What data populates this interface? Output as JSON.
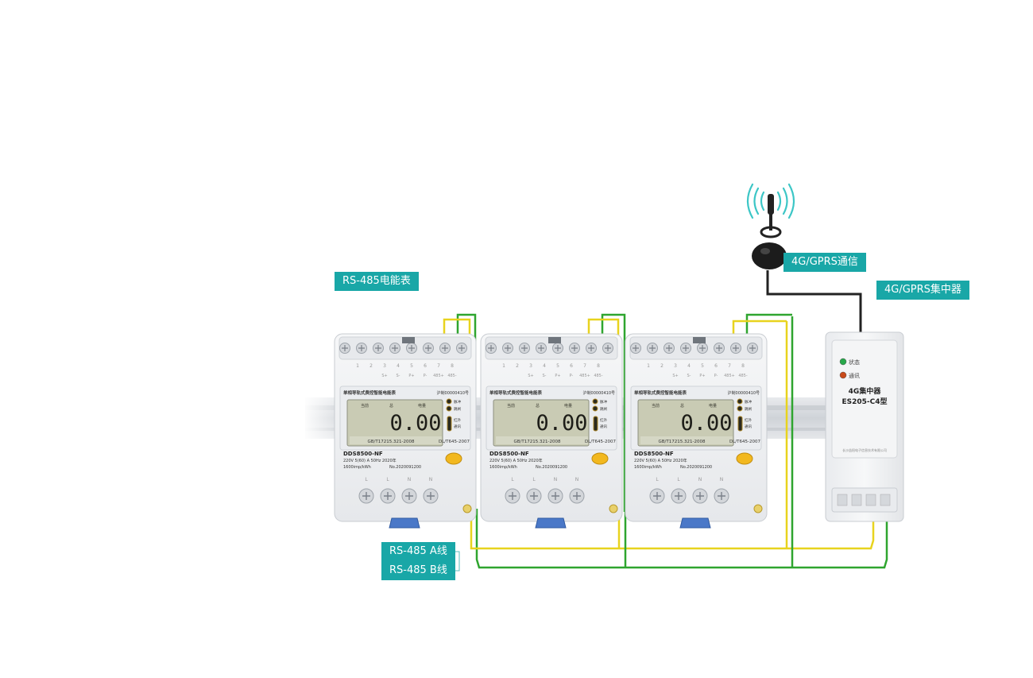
{
  "labels": {
    "meters": "RS-485电能表",
    "comm": "4G/GPRS通信",
    "concentrator": "4G/GPRS集中器",
    "line_a": "RS-485 A线",
    "line_b": "RS-485 B线"
  },
  "meter": {
    "title": "单相导轨式费控智能电能表",
    "cert": "沪制00000410号",
    "indicators": [
      "脉冲",
      "跳闸",
      "红外",
      "通讯"
    ],
    "lcd_top": [
      "当前",
      "总",
      "电量"
    ],
    "reading": "0.00",
    "standard_1": "GB/T17215.321-2008",
    "standard_2": "DL/T645-2007",
    "model": "DDS8500-NF",
    "spec": "220V   5(60) A    50Hz  2020年",
    "constant": "1600imp/kWh",
    "serial": "No.2020091200",
    "terminal_numbers": [
      "1",
      "2",
      "3",
      "4",
      "5",
      "6",
      "7",
      "8"
    ],
    "terminal_labels": [
      "S+",
      "S-",
      "P+",
      "P-",
      "485+",
      "485-"
    ],
    "bottom_labels": [
      "L",
      "L",
      "N",
      "N"
    ]
  },
  "concentrator": {
    "status_label": "状态",
    "comm_label": "通讯",
    "name": "4G集中器",
    "model": "ES205-C4型",
    "maker": "长沙益阳电子信息技术有限公司"
  },
  "colors": {
    "accent": "#19a7a7",
    "wire_yellow": "#e8d31e",
    "wire_green": "#2fa52f",
    "meter_body": "#f1f2f4",
    "lcd": "#c9cbb4",
    "signal": "#3cc6c6"
  }
}
